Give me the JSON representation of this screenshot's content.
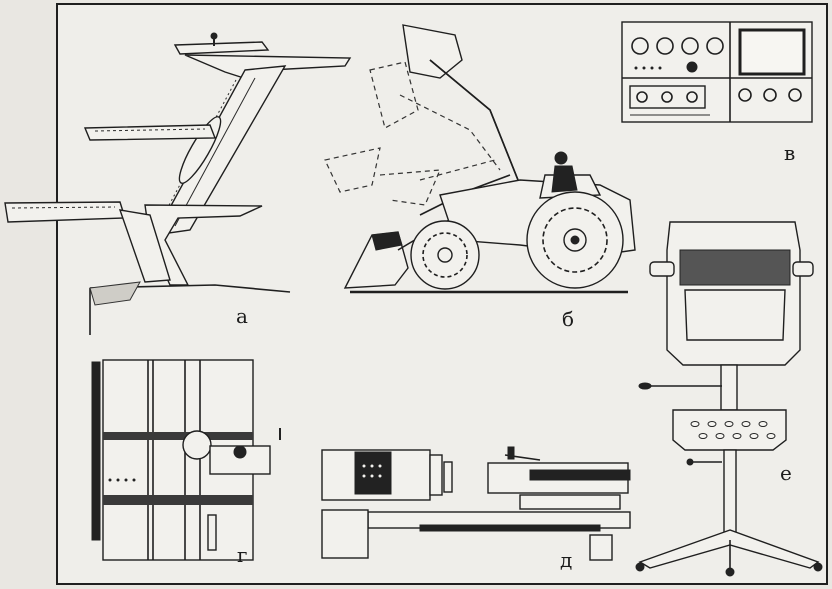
{
  "labels": {
    "a": "а",
    "b": "б",
    "v": "в",
    "g": "г",
    "d": "д",
    "e": "е"
  }
}
